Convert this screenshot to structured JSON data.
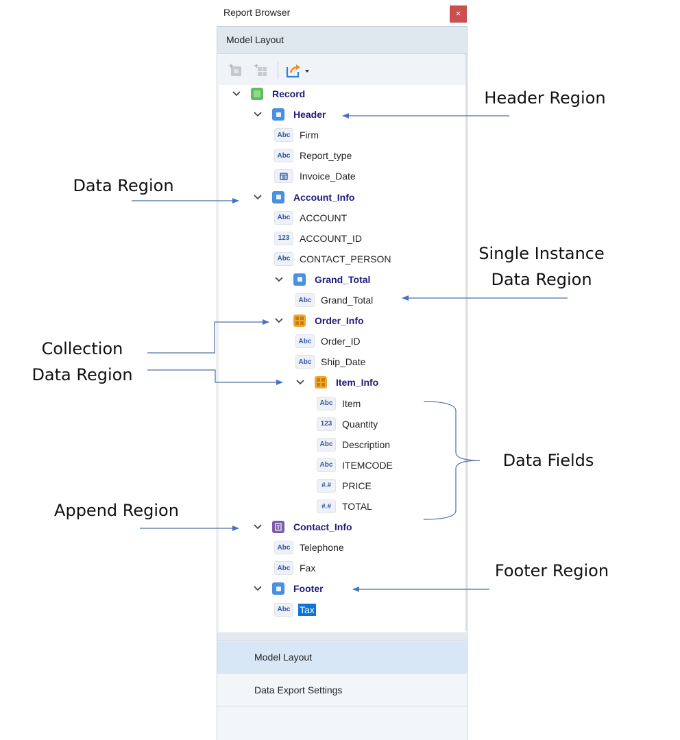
{
  "window": {
    "title": "Report Browser",
    "close_icon": "×"
  },
  "panel": {
    "header_title": "Model Layout"
  },
  "toolbar": {
    "buttons": [
      {
        "name": "add-region-button",
        "icon": "add-region-icon",
        "enabled": false
      },
      {
        "name": "add-collection-button",
        "icon": "add-collection-icon",
        "enabled": false
      },
      {
        "name": "export-button",
        "icon": "export-icon",
        "enabled": true,
        "has_dropdown": true
      }
    ]
  },
  "tree": {
    "nodes": [
      {
        "label": "Record",
        "kind": "record",
        "depth": 0,
        "expanded": true
      },
      {
        "label": "Header",
        "kind": "region",
        "depth": 1,
        "expanded": true
      },
      {
        "label": "Firm",
        "kind": "field",
        "type": "Abc",
        "depth": 2
      },
      {
        "label": "Report_type",
        "kind": "field",
        "type": "Abc",
        "depth": 2
      },
      {
        "label": "Invoice_Date",
        "kind": "field",
        "type": "date",
        "depth": 2
      },
      {
        "label": "Account_Info",
        "kind": "region",
        "depth": 1,
        "expanded": true
      },
      {
        "label": "ACCOUNT",
        "kind": "field",
        "type": "Abc",
        "depth": 2
      },
      {
        "label": "ACCOUNT_ID",
        "kind": "field",
        "type": "123",
        "depth": 2
      },
      {
        "label": "CONTACT_PERSON",
        "kind": "field",
        "type": "Abc",
        "depth": 2
      },
      {
        "label": "Grand_Total",
        "kind": "region",
        "depth": 2,
        "expanded": true
      },
      {
        "label": "Grand_Total",
        "kind": "field",
        "type": "Abc",
        "depth": 3
      },
      {
        "label": "Order_Info",
        "kind": "collection",
        "depth": 2,
        "expanded": true
      },
      {
        "label": "Order_ID",
        "kind": "field",
        "type": "Abc",
        "depth": 3
      },
      {
        "label": "Ship_Date",
        "kind": "field",
        "type": "Abc",
        "depth": 3
      },
      {
        "label": "Item_Info",
        "kind": "collection",
        "depth": 3,
        "expanded": true
      },
      {
        "label": "Item",
        "kind": "field",
        "type": "Abc",
        "depth": 4
      },
      {
        "label": "Quantity",
        "kind": "field",
        "type": "123",
        "depth": 4
      },
      {
        "label": "Description",
        "kind": "field",
        "type": "Abc",
        "depth": 4
      },
      {
        "label": "ITEMCODE",
        "kind": "field",
        "type": "Abc",
        "depth": 4
      },
      {
        "label": "PRICE",
        "kind": "field",
        "type": "#.#",
        "depth": 4
      },
      {
        "label": "TOTAL",
        "kind": "field",
        "type": "#.#",
        "depth": 4
      },
      {
        "label": "Contact_Info",
        "kind": "append",
        "depth": 1,
        "expanded": true
      },
      {
        "label": "Telephone",
        "kind": "field",
        "type": "Abc",
        "depth": 2
      },
      {
        "label": "Fax",
        "kind": "field",
        "type": "Abc",
        "depth": 2
      },
      {
        "label": "Footer",
        "kind": "region",
        "depth": 1,
        "expanded": true
      },
      {
        "label": "Tax",
        "kind": "field",
        "type": "Abc",
        "depth": 2,
        "selected": true
      }
    ]
  },
  "nav": {
    "items": [
      {
        "label": "Model Layout",
        "active": true
      },
      {
        "label": "Data Export Settings",
        "active": false
      }
    ]
  },
  "annotations": {
    "header_region": "Header Region",
    "data_region": "Data Region",
    "single_instance": [
      "Single Instance",
      "Data Region"
    ],
    "collection": [
      "Collection",
      "Data Region"
    ],
    "data_fields": "Data Fields",
    "append_region": "Append Region",
    "footer_region": "Footer Region"
  },
  "colors": {
    "region_blue": "#4a90e2",
    "record_green": "#5cbf5c",
    "collection_orange": "#f0a830",
    "append_purple": "#7a5fa8",
    "label_navy": "#1f1a7a",
    "selection": "#0a74d9",
    "close_red": "#c9504f",
    "arrow": "#4472c4"
  }
}
